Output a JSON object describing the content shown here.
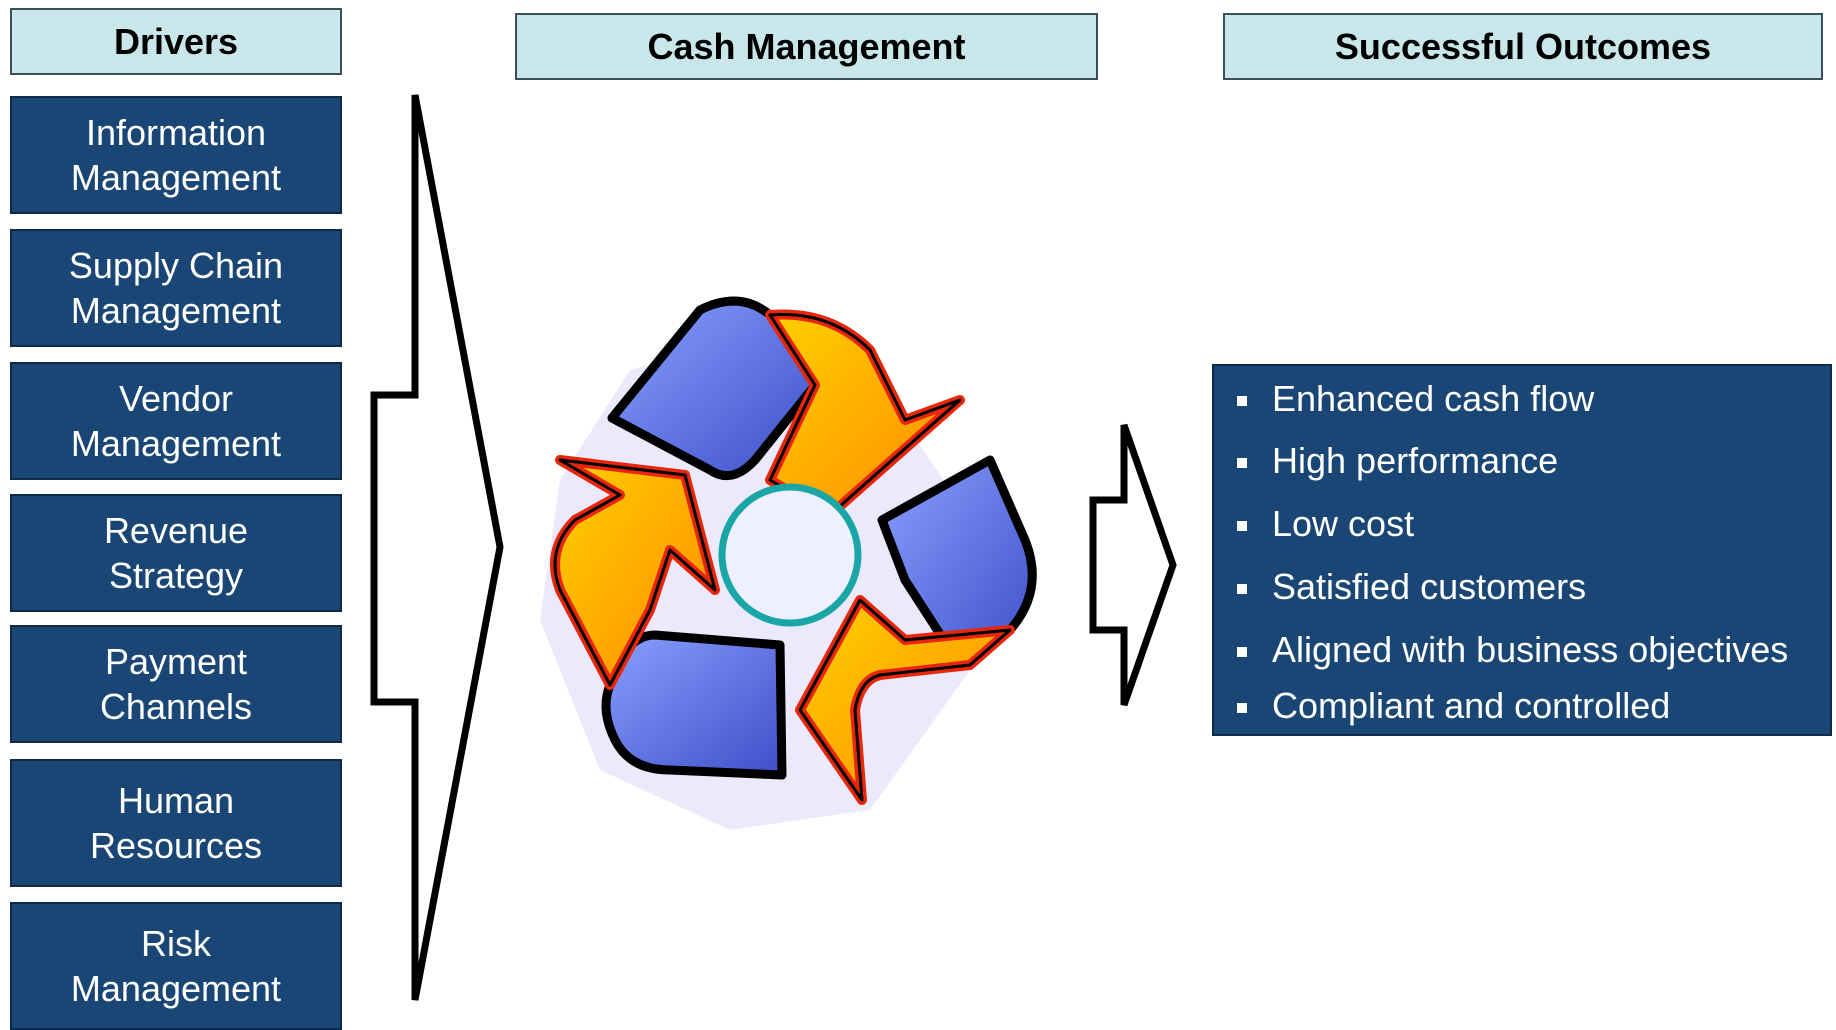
{
  "headers": {
    "drivers": "Drivers",
    "cash_management": "Cash Management",
    "successful_outcomes": "Successful Outcomes"
  },
  "drivers": [
    {
      "line1": "Information",
      "line2": "Management"
    },
    {
      "line1": "Supply Chain",
      "line2": "Management"
    },
    {
      "line1": "Vendor",
      "line2": "Management"
    },
    {
      "line1": "Revenue",
      "line2": "Strategy"
    },
    {
      "line1": "Payment",
      "line2": "Channels"
    },
    {
      "line1": "Human",
      "line2": "Resources"
    },
    {
      "line1": "Risk",
      "line2": "Management"
    }
  ],
  "outcomes": [
    "Enhanced cash flow",
    "High performance",
    "Low cost",
    "Satisfied customers",
    "Aligned with business objectives",
    "Compliant and controlled"
  ],
  "colors": {
    "header_fill": "#c9e7ea",
    "box_fill": "#1a4676",
    "arrow_orange": "#f5a300",
    "arrow_red": "#e8260c",
    "arrow_blue": "#5468d8",
    "ring": "#1aa6a6"
  },
  "icons": {
    "center": "recycle-arrows-icon"
  }
}
